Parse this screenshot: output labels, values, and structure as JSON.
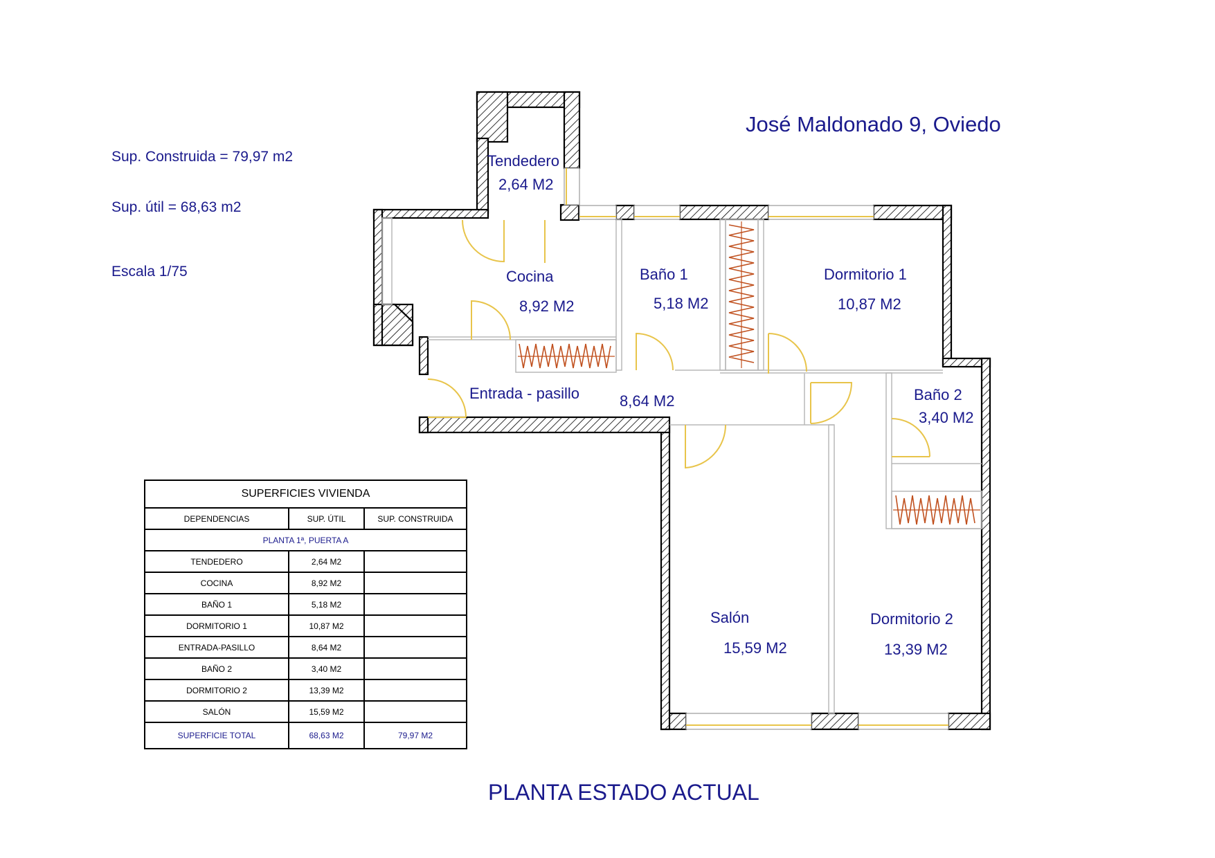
{
  "header": {
    "address": "José Maldonado 9, Oviedo",
    "sup_construida": "Sup. Construida = 79,97 m2",
    "sup_util": "Sup. útil = 68,63 m2",
    "escala": "Escala 1/75"
  },
  "rooms": [
    {
      "id": "tendedero",
      "name": "Tendedero",
      "area": "2,64 M2"
    },
    {
      "id": "cocina",
      "name": "Cocina",
      "area": "8,92 M2"
    },
    {
      "id": "bano1",
      "name": "Baño 1",
      "area": "5,18 M2"
    },
    {
      "id": "dormitorio1",
      "name": "Dormitorio 1",
      "area": "10,87 M2"
    },
    {
      "id": "entrada",
      "name": "Entrada - pasillo",
      "area": "8,64 M2"
    },
    {
      "id": "bano2",
      "name": "Baño 2",
      "area": "3,40 M2"
    },
    {
      "id": "salon",
      "name": "Salón",
      "area": "15,59 M2"
    },
    {
      "id": "dormitorio2",
      "name": "Dormitorio 2",
      "area": "13,39 M2"
    }
  ],
  "table": {
    "title": "SUPERFICIES VIVIENDA",
    "columns": [
      "DEPENDENCIAS",
      "SUP. ÚTIL",
      "SUP. CONSTRUIDA"
    ],
    "group": "PLANTA 1ª, PUERTA A",
    "rows": [
      {
        "name": "TENDEDERO",
        "util": "2,64 M2",
        "construida": ""
      },
      {
        "name": "COCINA",
        "util": "8,92 M2",
        "construida": ""
      },
      {
        "name": "BAÑO 1",
        "util": "5,18 M2",
        "construida": ""
      },
      {
        "name": "DORMITORIO 1",
        "util": "10,87 M2",
        "construida": ""
      },
      {
        "name": "ENTRADA-PASILLO",
        "util": "8,64 M2",
        "construida": ""
      },
      {
        "name": "BAÑO 2",
        "util": "3,40 M2",
        "construida": ""
      },
      {
        "name": "DORMITORIO 2",
        "util": "13,39 M2",
        "construida": ""
      },
      {
        "name": "SALÓN",
        "util": "15,59 M2",
        "construida": ""
      }
    ],
    "total": {
      "name": "SUPERFICIE TOTAL",
      "util": "68,63 M2",
      "construida": "79,97 M2"
    }
  },
  "footer": {
    "title": "PLANTA ESTADO ACTUAL"
  },
  "colors": {
    "text": "#1a1a8c",
    "door": "#e8c44a",
    "wardrobe": "#c0501e"
  }
}
